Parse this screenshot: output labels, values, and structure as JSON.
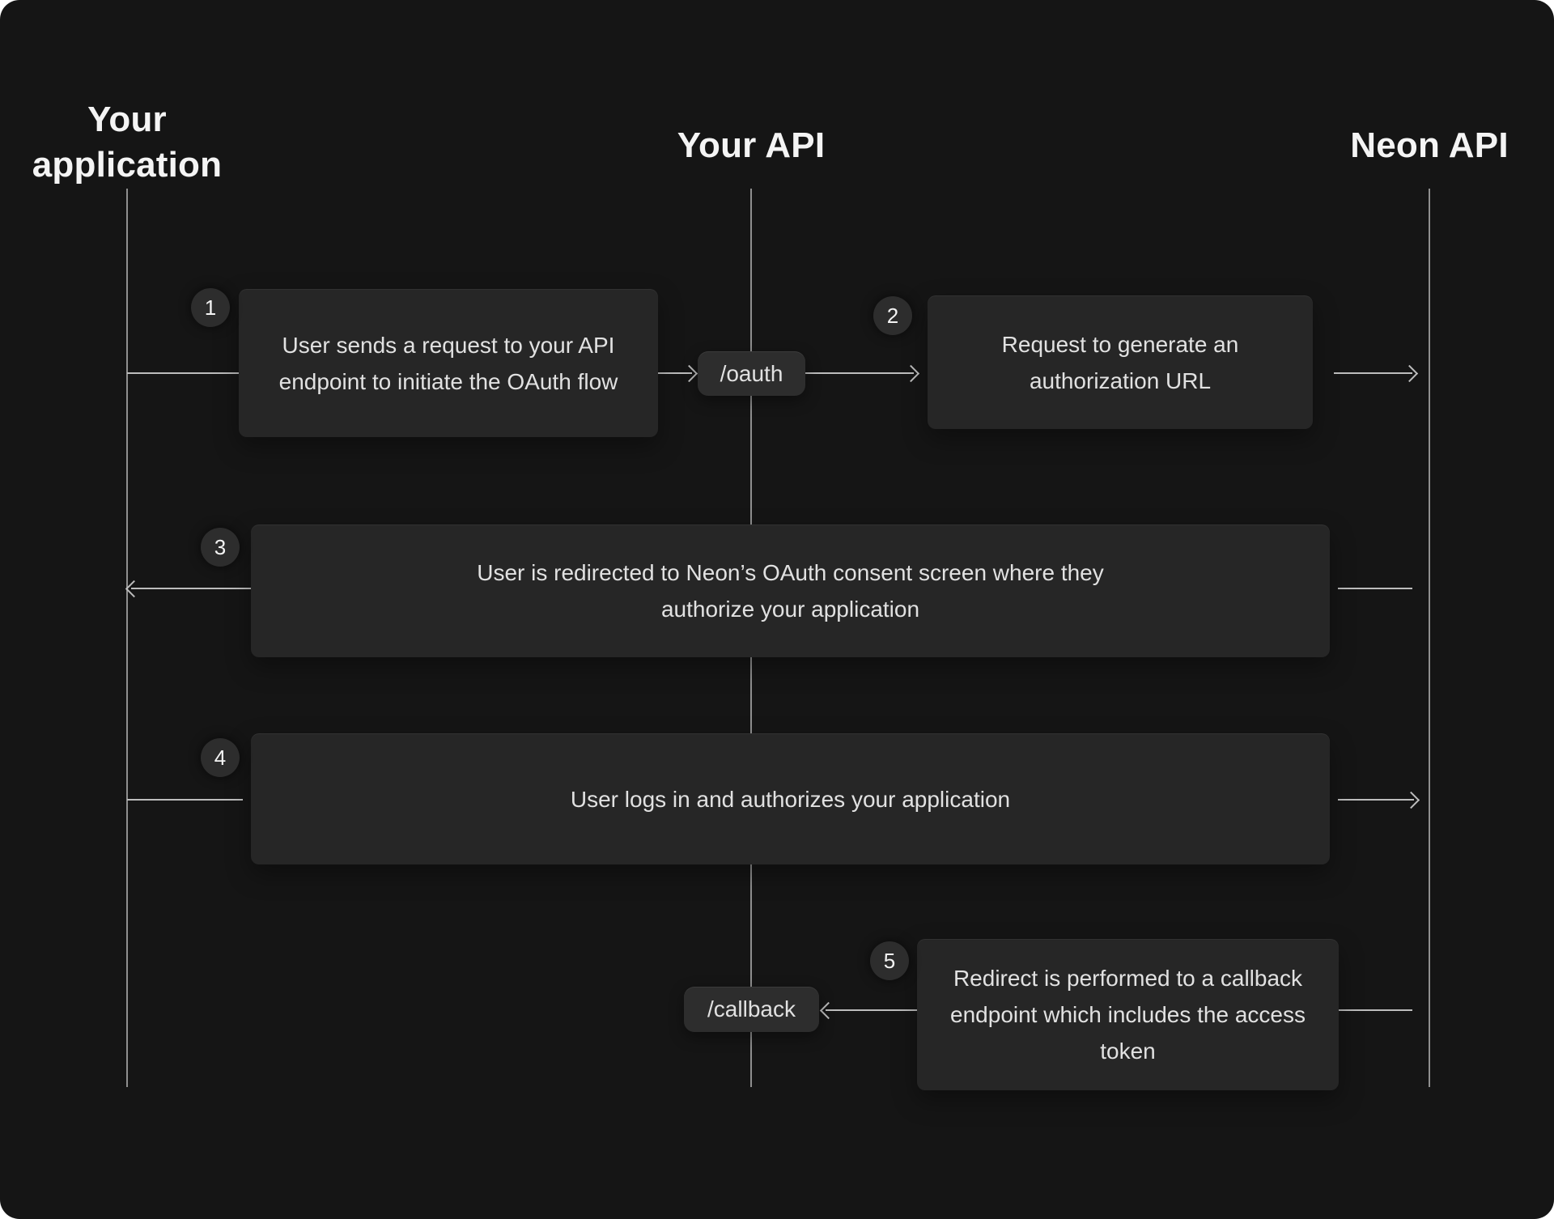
{
  "colors": {
    "background": "#151515",
    "box_fill": "#262626",
    "pill_fill": "#2d2d2d",
    "lifeline": "#8f8f8f",
    "arrow_line": "#bdbdbd",
    "heading_text": "#f4f4f4",
    "body_text": "#e1e1e1"
  },
  "lanes": [
    {
      "label": "Your application"
    },
    {
      "label": "Your API"
    },
    {
      "label": "Neon API"
    }
  ],
  "endpoints": {
    "oauth": "/oauth",
    "callback": "/callback"
  },
  "steps": [
    {
      "number": "1",
      "text": "User sends a request to your API endpoint to initiate the OAuth flow"
    },
    {
      "number": "2",
      "text": "Request to generate an authorization URL"
    },
    {
      "number": "3",
      "text": "User is redirected to Neon’s OAuth consent screen where they authorize your application"
    },
    {
      "number": "4",
      "text": "User logs in and authorizes your application"
    },
    {
      "number": "5",
      "text": "Redirect is performed to a callback endpoint which includes the access token"
    }
  ]
}
